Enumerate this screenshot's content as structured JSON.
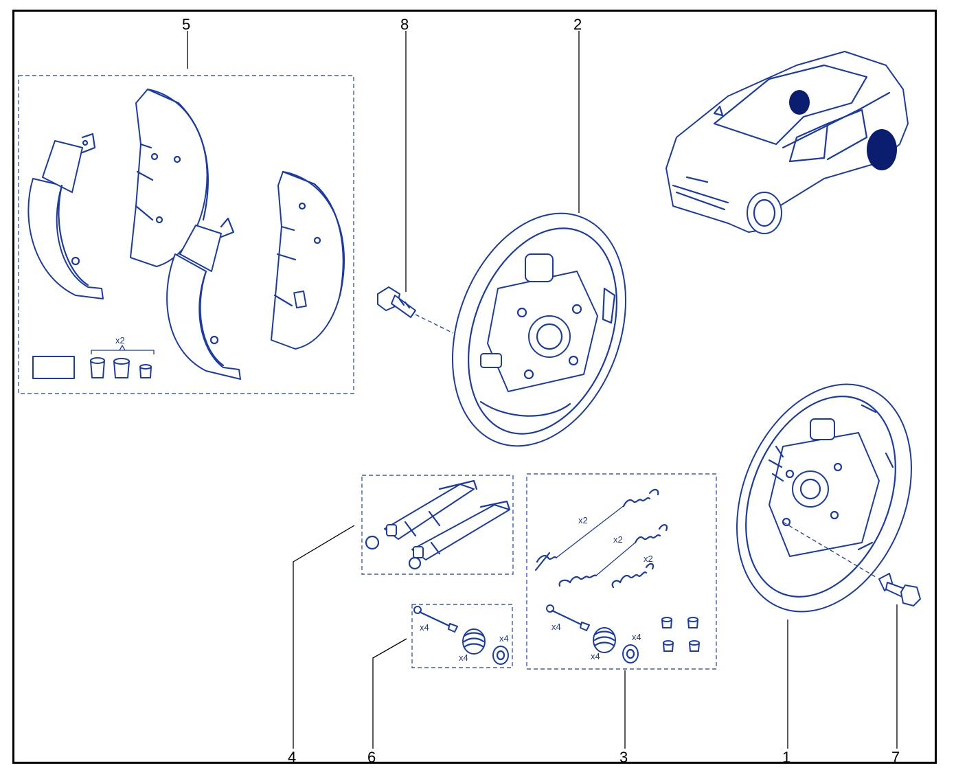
{
  "callouts": {
    "c1": "1",
    "c2": "2",
    "c3": "3",
    "c4": "4",
    "c5": "5",
    "c6": "6",
    "c7": "7",
    "c8": "8"
  },
  "quantities": {
    "shoe_kit_bushing": "x2",
    "spring_long_a": "x2",
    "spring_long_b": "x2",
    "spring_short": "x2",
    "pin_kit6": "x4",
    "spring_kit6": "x4",
    "cup_kit6": "x4",
    "pin_kit3": "x4",
    "spring_kit3": "x4",
    "cup_kit3": "x4"
  },
  "colors": {
    "line": "#1a3aa8",
    "frame": "#000000",
    "marker": "#0b1d6e"
  }
}
